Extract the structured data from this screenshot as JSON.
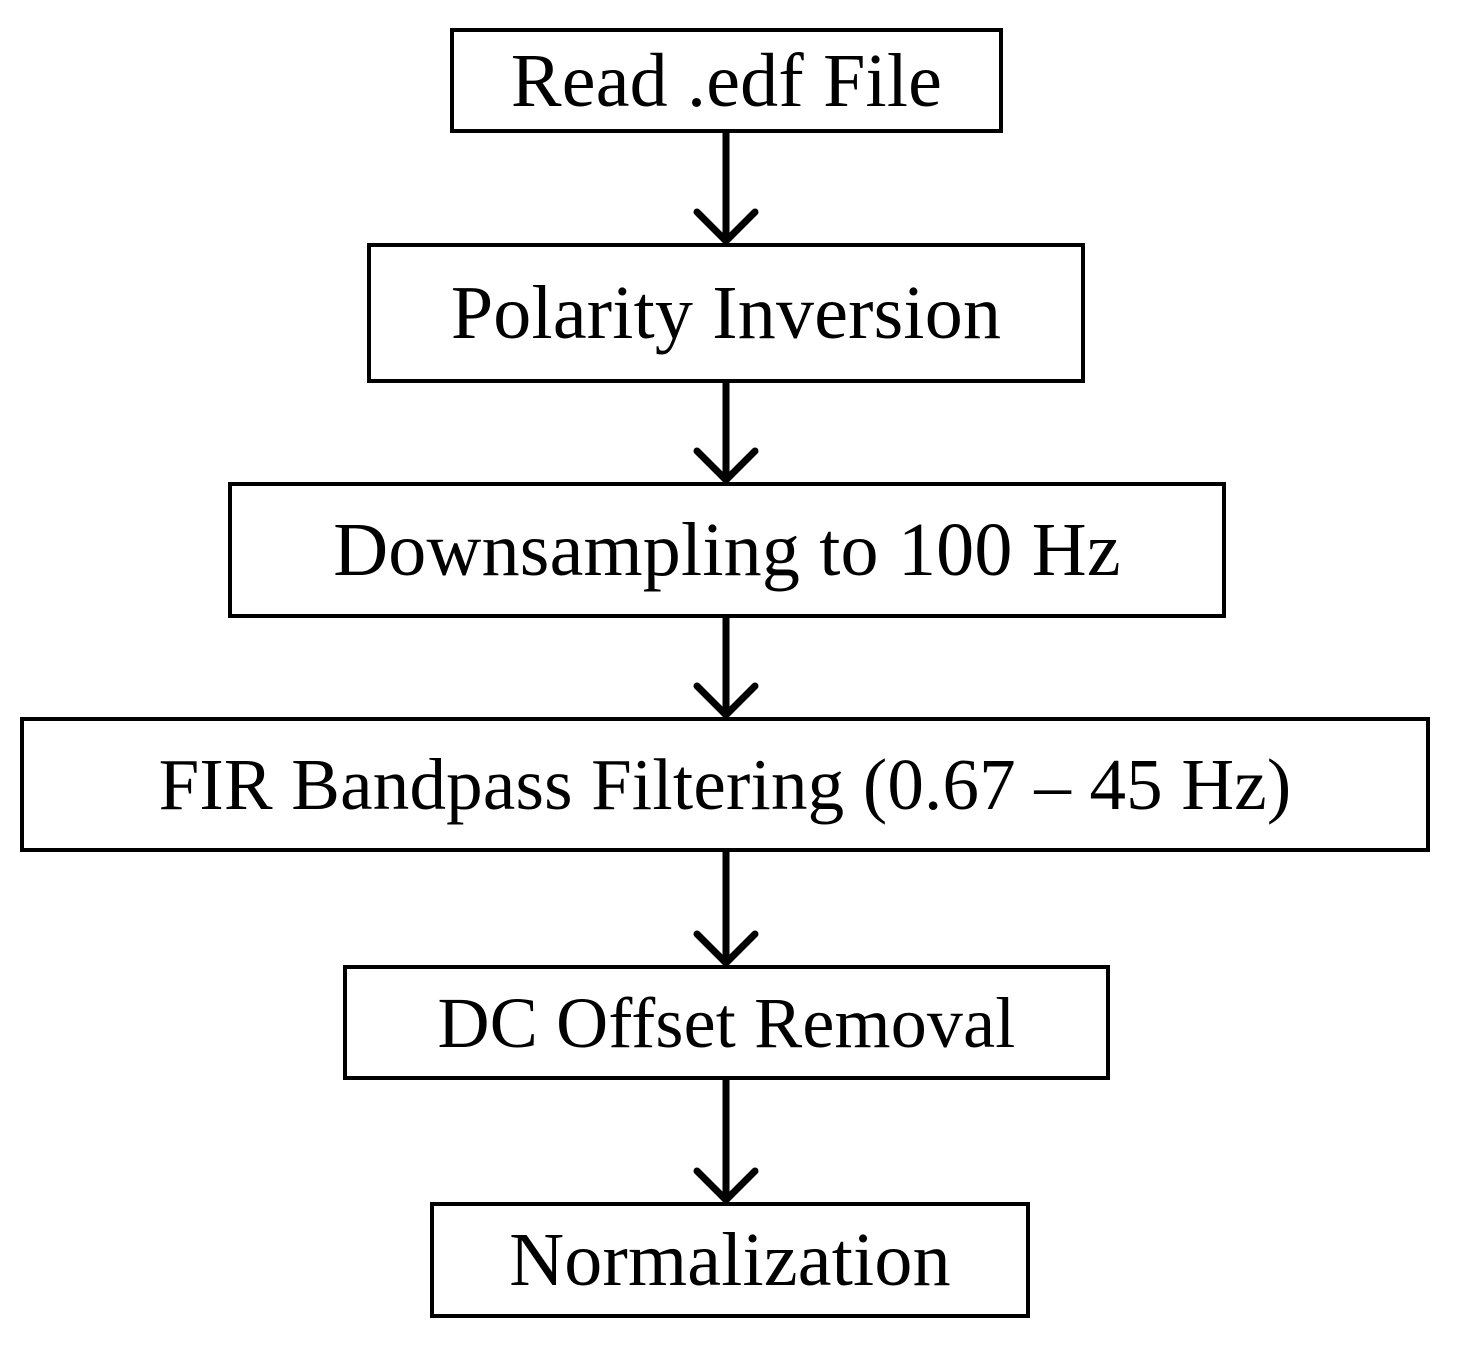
{
  "diagram": {
    "type": "flowchart",
    "orientation": "vertical-top-to-bottom",
    "background_color": "#ffffff",
    "stroke_color": "#000000",
    "text_color": "#000000",
    "nodes": [
      {
        "id": "read-edf",
        "label": "Read .edf File"
      },
      {
        "id": "polarity",
        "label": "Polarity Inversion"
      },
      {
        "id": "downsampling",
        "label": "Downsampling to 100 Hz"
      },
      {
        "id": "fir-bandpass",
        "label": "FIR Bandpass Filtering (0.67 – 45 Hz)"
      },
      {
        "id": "dc-offset",
        "label": "DC Offset Removal"
      },
      {
        "id": "normalization",
        "label": "Normalization"
      }
    ],
    "edges": [
      {
        "from": "read-edf",
        "to": "polarity",
        "arrowhead": "v-open"
      },
      {
        "from": "polarity",
        "to": "downsampling",
        "arrowhead": "v-open"
      },
      {
        "from": "downsampling",
        "to": "fir-bandpass",
        "arrowhead": "v-open"
      },
      {
        "from": "fir-bandpass",
        "to": "dc-offset",
        "arrowhead": "v-open"
      },
      {
        "from": "dc-offset",
        "to": "normalization",
        "arrowhead": "v-open"
      }
    ]
  }
}
